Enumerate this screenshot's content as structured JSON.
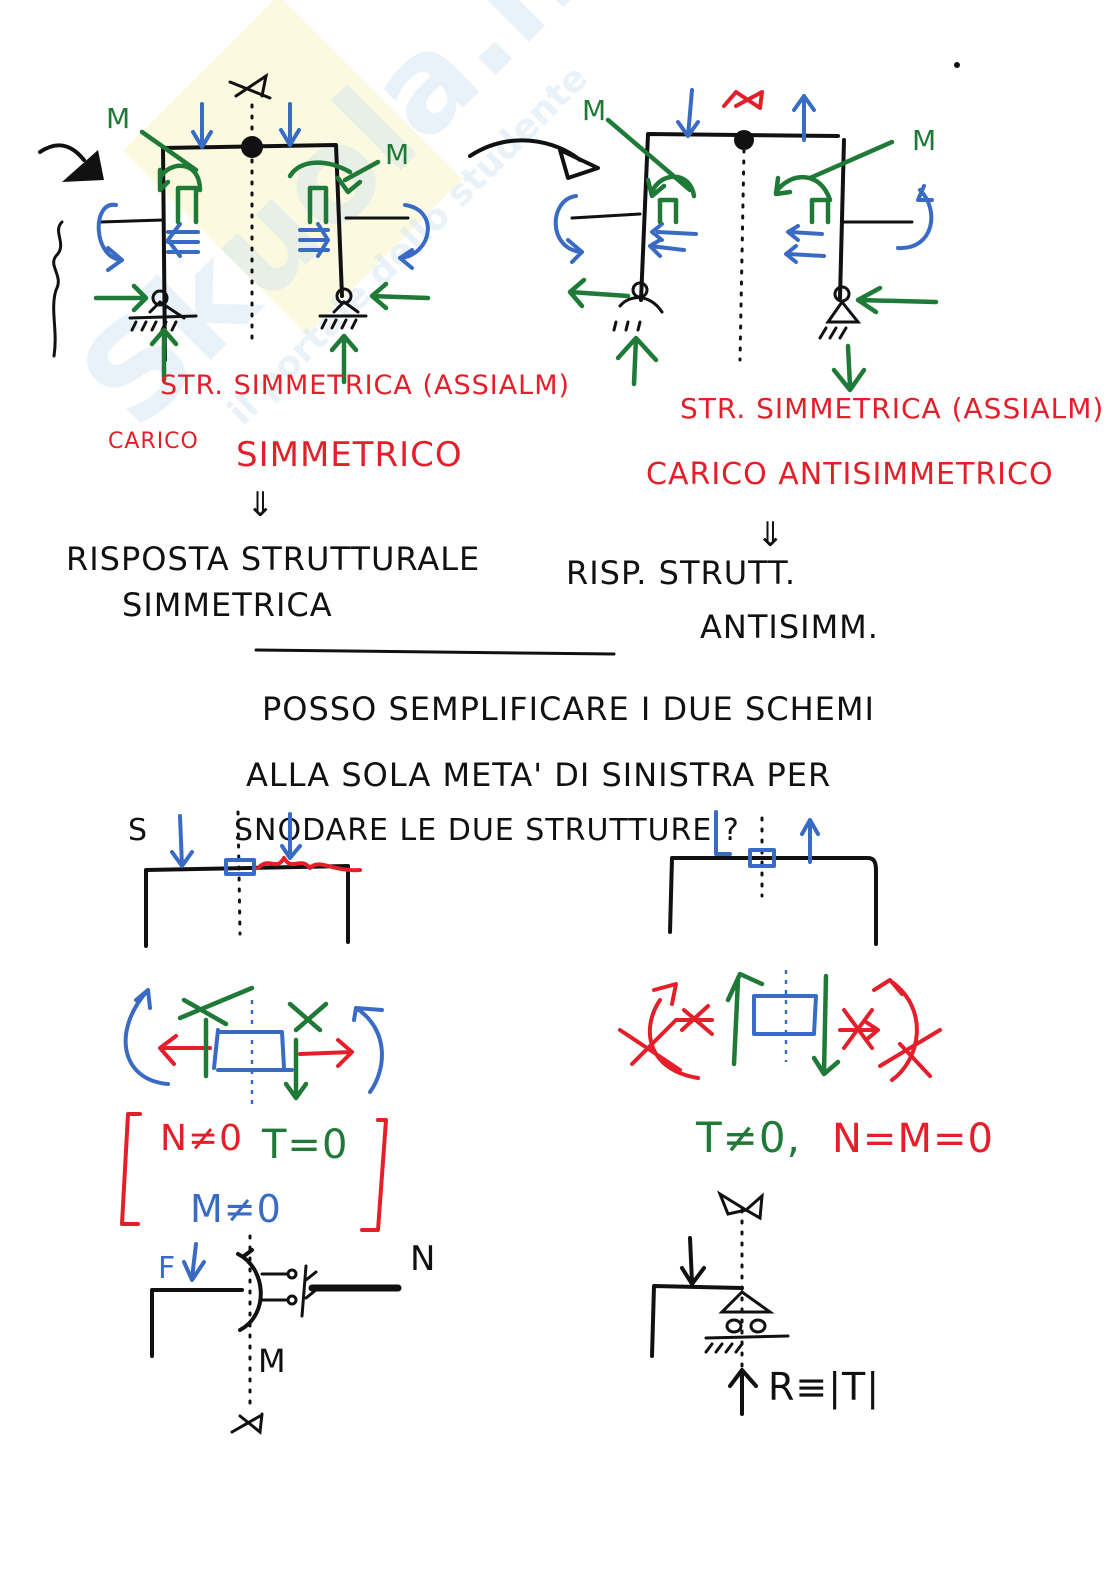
{
  "watermark": {
    "brand": "Skuola.net",
    "tagline": "il portale dello studente"
  },
  "top_left": {
    "moment_label_left": "M",
    "moment_label_right": "M",
    "caption_structure": "STR. SIMMETRICA (ASSIALM)",
    "caption_load_prefix": "CARICO",
    "caption_load": "SIMMETRICO",
    "implies": "⇓",
    "response_line1": "RISPOSTA STRUTTURALE",
    "response_line2": "SIMMETRICA"
  },
  "top_right": {
    "moment_label_left": "M",
    "moment_label_right": "M",
    "caption_structure": "STR. SIMMETRICA (ASSIALM)",
    "caption_load": "CARICO ANTISIMMETRICO",
    "implies": "⇓",
    "response_line1": "RISP. STRUTT.",
    "response_line2": "ANTISIMM."
  },
  "question": {
    "line1": "POSSO SEMPLIFICARE I DUE SCHEMI",
    "line2": "ALLA SOLA META' DI SINISTRA PER",
    "line3_prefix": "S",
    "line3": "SNODARE LE DUE STRUTTURE ?"
  },
  "bottom_left": {
    "n_label": "N≠0",
    "t_label": "T=0",
    "m_label": "M≠0",
    "force_label": "F",
    "axial_label": "N",
    "moment_label": "M"
  },
  "bottom_right": {
    "condition_t": "T≠0,",
    "condition_nm": "N=M=0",
    "reaction_label": "R≡|T|"
  },
  "colors": {
    "ink": "#111111",
    "red": "#e3202a",
    "green": "#1f7a37",
    "blue": "#3a6bc4"
  }
}
